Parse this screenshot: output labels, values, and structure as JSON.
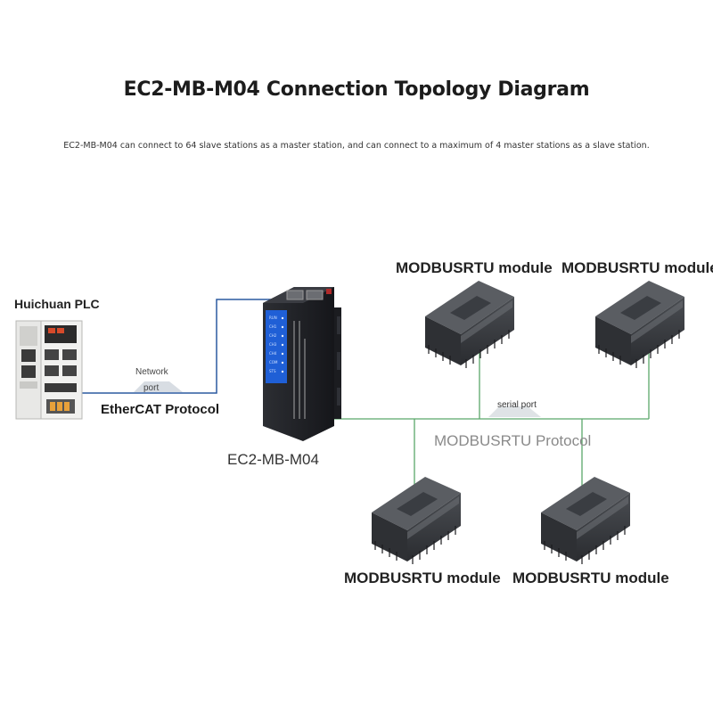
{
  "title": "EC2-MB-M04 Connection Topology Diagram",
  "subtitle": "EC2-MB-M04 can connect to 64 slave stations as a master station, and can connect to a maximum of 4 master stations as a slave station.",
  "plc": {
    "label": "Huichuan PLC"
  },
  "ethercat_link": {
    "network_label": "Network",
    "port_label": "port",
    "protocol_label": "EtherCAT Protocol",
    "color": "#2c5aa0"
  },
  "gateway": {
    "label": "EC2-MB-M04",
    "body_color": "#1e2024",
    "panel_color": "#1f5fd6"
  },
  "serial_bus": {
    "port_label": "serial port",
    "protocol_label": "MODBUSRTU Protocol",
    "color": "#5aa86a"
  },
  "modules": [
    {
      "label": "MODBUSRTU module"
    },
    {
      "label": "MODBUSRTU module"
    },
    {
      "label": "MODBUSRTU module"
    },
    {
      "label": "MODBUSRTU module"
    }
  ]
}
